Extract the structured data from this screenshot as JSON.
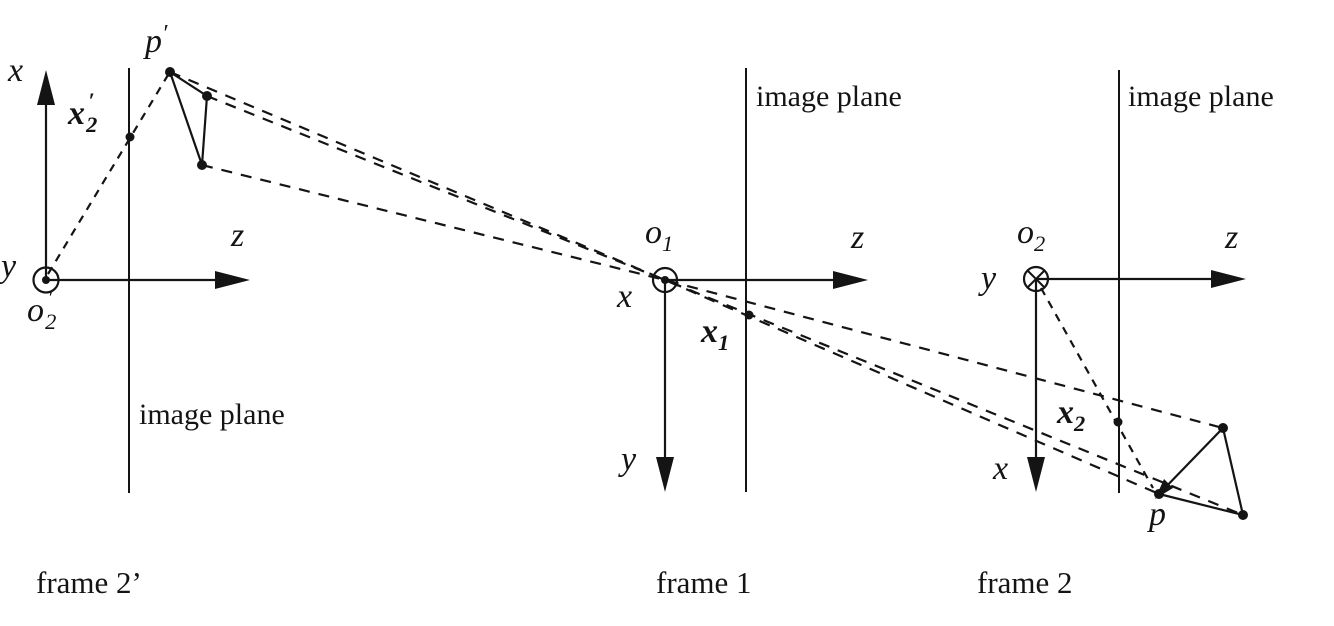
{
  "figure": {
    "background": "#ffffff",
    "ink": "#141414"
  },
  "labels": {
    "image_plane": "image plane"
  },
  "frame2prime": {
    "caption": "frame 2’",
    "x_axis": "x",
    "z_axis": "z",
    "y_axis": "y",
    "origin": {
      "base": "o",
      "prime": "′",
      "sub": "2"
    },
    "image_point": {
      "base": "x",
      "prime": "′",
      "sub": "2"
    },
    "scene_point": {
      "base": "p",
      "prime": "′"
    }
  },
  "frame1": {
    "caption": "frame 1",
    "x_axis": "x",
    "z_axis": "z",
    "y_axis": "y",
    "origin": {
      "base": "o",
      "sub": "1"
    },
    "image_point": {
      "base": "x",
      "sub": "1"
    }
  },
  "frame2": {
    "caption": "frame 2",
    "x_axis": "x",
    "z_axis": "z",
    "y_axis": "y",
    "origin": {
      "base": "o",
      "sub": "2"
    },
    "image_point": {
      "base": "x",
      "sub": "2"
    },
    "scene_point": {
      "base": "p"
    }
  }
}
